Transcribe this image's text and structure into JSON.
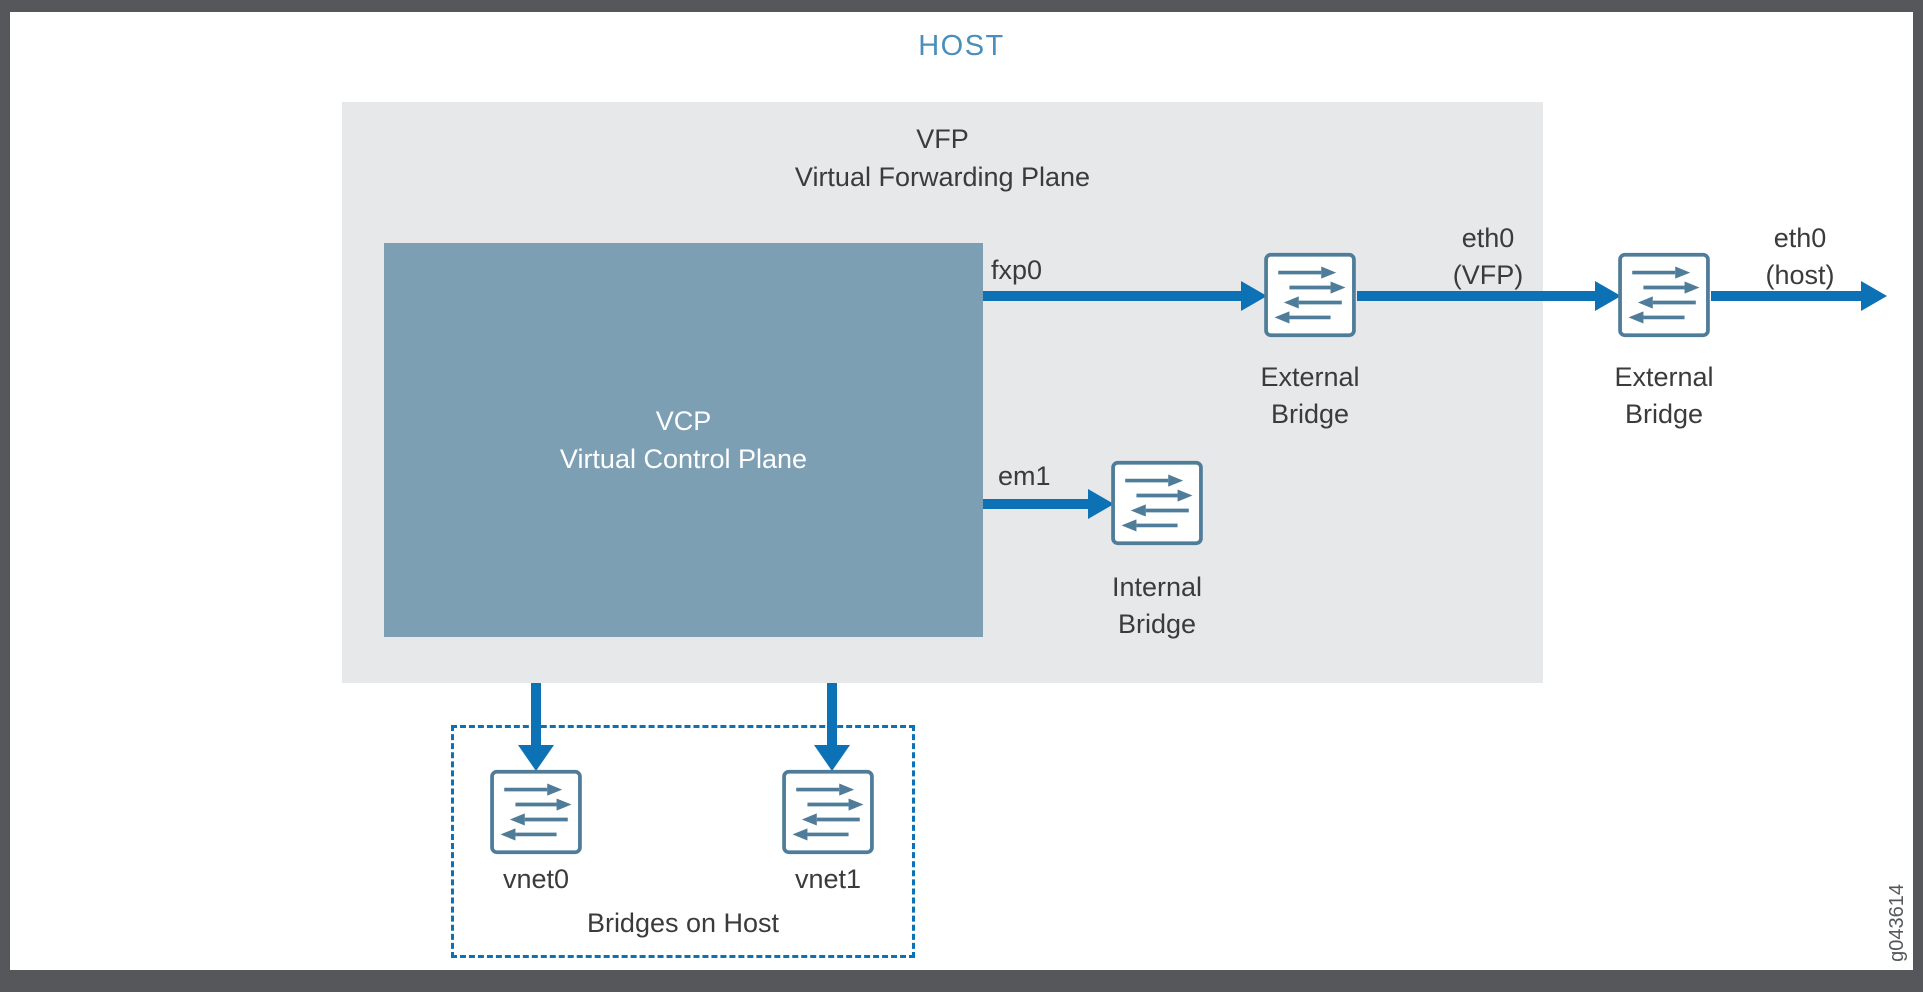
{
  "colors": {
    "frame": "#55575a",
    "host_label": "#4a8fbc",
    "vfp_bg": "#e7e8e9",
    "vcp_bg": "#7d9fb3",
    "arrow": "#0d72b5",
    "bridge_stroke": "#4e7c99",
    "text": "#3b3b3d",
    "watermark": "#55575a"
  },
  "labels": {
    "host": "HOST",
    "vfp_line1": "VFP",
    "vfp_line2": "Virtual Forwarding Plane",
    "vcp_line1": "VCP",
    "vcp_line2": "Virtual Control Plane",
    "fxp0": "fxp0",
    "em1": "em1",
    "eth0_vfp_line1": "eth0",
    "eth0_vfp_line2": "(VFP)",
    "eth0_host_line1": "eth0",
    "eth0_host_line2": "(host)",
    "external_bridge_1_line1": "External",
    "external_bridge_1_line2": "Bridge",
    "external_bridge_2_line1": "External",
    "external_bridge_2_line2": "Bridge",
    "internal_bridge_line1": "Internal",
    "internal_bridge_line2": "Bridge",
    "vnet0": "vnet0",
    "vnet1": "vnet1",
    "bridges_on_host": "Bridges on Host",
    "watermark": "g043614"
  }
}
